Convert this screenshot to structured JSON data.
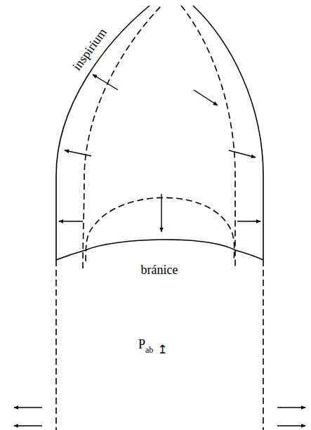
{
  "diagram": {
    "labels": [
      "inspirium",
      "bránice",
      "P",
      "ab",
      "↥"
    ]
  }
}
